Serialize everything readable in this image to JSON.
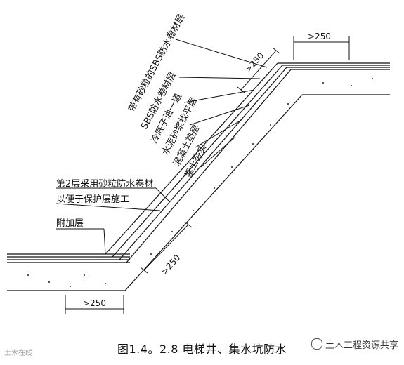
{
  "layers": [
    "带有砂粒的SBS防水卷材层",
    "SBS防水卷材层",
    "冷底子油一道",
    "水泥砂浆找平层",
    "混凝土垫层",
    "素土夯实"
  ],
  "note_line1": "第2层采用砂粒防水卷材",
  "note_line2": "以便于保护层施工",
  "additional_layer": "附加层",
  "dims": {
    "top_horizontal": ">250",
    "top_slope": ">250",
    "bottom_slope": ">250",
    "bottom_horizontal": ">250"
  },
  "caption": "图1.4。2.8 电梯井、集水坑防水",
  "watermark_left": "土木在线",
  "watermark_right": "土木工程资源共享"
}
